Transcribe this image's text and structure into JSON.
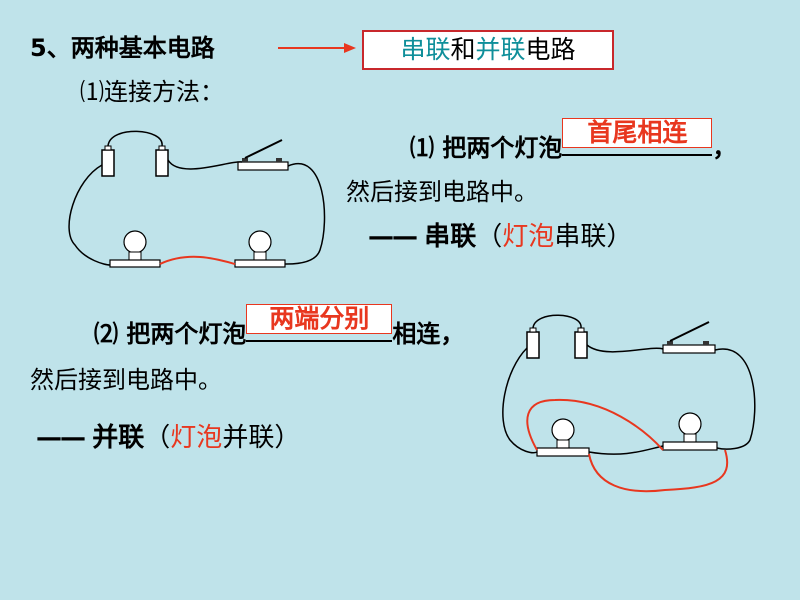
{
  "header": {
    "number": "5、",
    "title": "两种基本电路",
    "box": {
      "part1": "串联",
      "part2": "和",
      "part3": "并联",
      "part4": "电路"
    }
  },
  "method": {
    "label": "⑴连接方法："
  },
  "series": {
    "line1_prefix": "⑴ 把两个灯泡",
    "line1_answer": "首尾相连",
    "line1_suffix": "，",
    "line2": "然后接到电路中。",
    "dash": "——",
    "name": "串联",
    "paren_open": "（",
    "paren_red": "灯泡",
    "paren_rest": "串联）"
  },
  "parallel": {
    "line1_prefix": "⑵ 把两个灯泡",
    "line1_answer": "两端分别",
    "line1_suffix": "相连，",
    "line2": "然后接到电路中。",
    "dash": "——",
    "name": "并联",
    "paren_open": "（",
    "paren_red": "灯泡",
    "paren_rest": "并联）"
  },
  "colors": {
    "background": "#bfe3ea",
    "accent_red": "#e8371f",
    "accent_teal": "#0f8f9a",
    "box_border": "#c8282c"
  },
  "icons": [
    "battery-icon",
    "switch-icon",
    "bulb-icon",
    "wire"
  ]
}
